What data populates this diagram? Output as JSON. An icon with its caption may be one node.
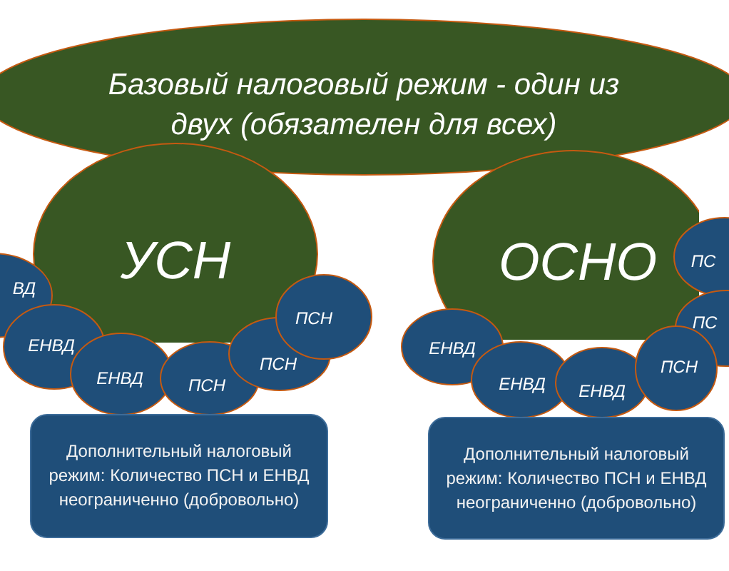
{
  "diagram": {
    "nodes": [
      {
        "text": [
          "Базовый налоговый режим - один из двух (обязателен для всех)"
        ]
      },
      {
        "text": [
          "УСН"
        ]
      },
      {
        "text": [
          "ОСНО"
        ]
      },
      {
        "text": [
          "ВД"
        ]
      },
      {
        "text": [
          "ЕНВД"
        ]
      },
      {
        "text": [
          "ЕНВД"
        ]
      },
      {
        "text": [
          "ПСН"
        ]
      },
      {
        "text": [
          "ПСН"
        ]
      },
      {
        "text": [
          "ПСН"
        ]
      },
      {
        "text": [
          "ЕНВД"
        ]
      },
      {
        "text": [
          "ЕНВД"
        ]
      },
      {
        "text": [
          "ЕНВД"
        ]
      },
      {
        "text": [
          "ПСН"
        ]
      },
      {
        "text": [
          "ПС"
        ]
      },
      {
        "text": [
          "ПС"
        ]
      },
      {
        "text": [
          "Дополнительный налоговый режим: Количество ПСН и ЕНВД неограниченно (добровольно)"
        ]
      },
      {
        "text": [
          "Дополнительный налоговый режим: Количество ПСН и ЕНВД неограниченно (добровольно)"
        ]
      }
    ]
  }
}
